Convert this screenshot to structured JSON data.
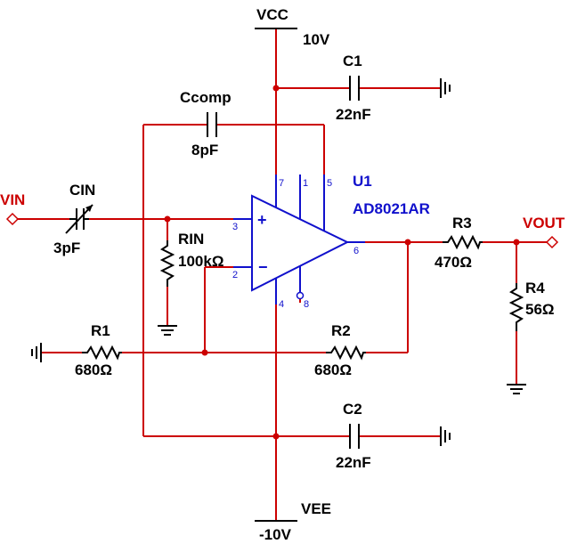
{
  "rails": {
    "vcc": {
      "name": "VCC",
      "value": "10V"
    },
    "vee": {
      "name": "VEE",
      "value": "-10V"
    }
  },
  "nets": {
    "vin": "VIN",
    "vout": "VOUT"
  },
  "components": {
    "c1": {
      "ref": "C1",
      "value": "22nF"
    },
    "c2": {
      "ref": "C2",
      "value": "22nF"
    },
    "ccomp": {
      "ref": "Ccomp",
      "value": "8pF"
    },
    "cin": {
      "ref": "CIN",
      "value": "3pF"
    },
    "rin": {
      "ref": "RIN",
      "value": "100kΩ"
    },
    "r1": {
      "ref": "R1",
      "value": "680Ω"
    },
    "r2": {
      "ref": "R2",
      "value": "680Ω"
    },
    "r3": {
      "ref": "R3",
      "value": "470Ω"
    },
    "r4": {
      "ref": "R4",
      "value": "56Ω"
    },
    "u1": {
      "ref": "U1",
      "part": "AD8021AR",
      "plus": "+",
      "minus": "−",
      "pins": {
        "p1": "1",
        "p2": "2",
        "p3": "3",
        "p4": "4",
        "p5": "5",
        "p6": "6",
        "p7": "7",
        "p8": "8"
      }
    }
  },
  "colors": {
    "wire": "#cc0000",
    "component": "#000000",
    "opamp": "#1010cc"
  }
}
